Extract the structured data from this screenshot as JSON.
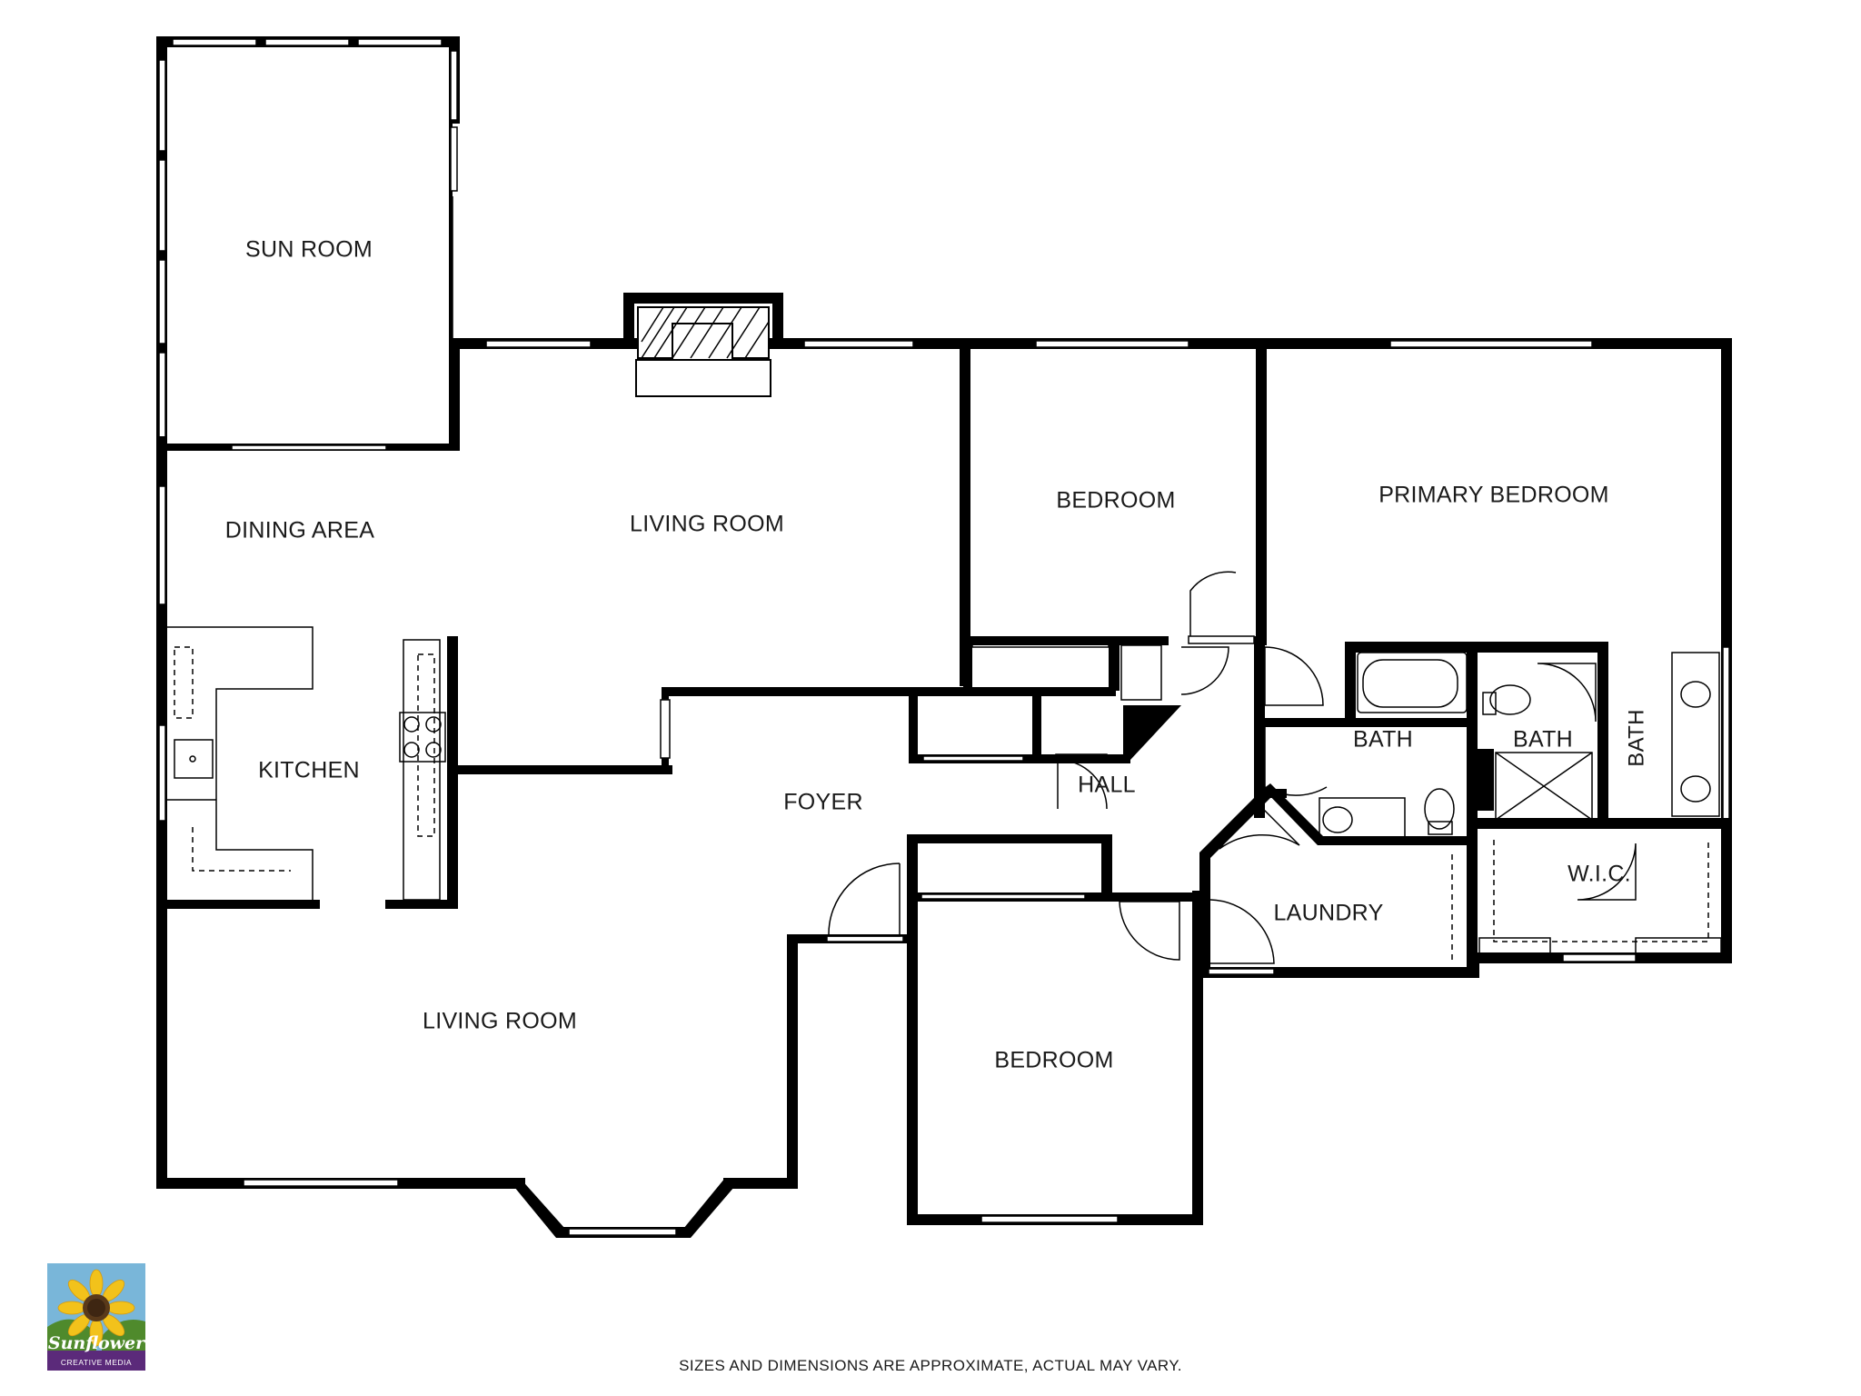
{
  "floorplan": {
    "rooms": [
      {
        "id": "sun-room",
        "label": "SUN ROOM"
      },
      {
        "id": "dining-area",
        "label": "DINING AREA"
      },
      {
        "id": "living-room-upper",
        "label": "LIVING ROOM"
      },
      {
        "id": "bedroom-upper",
        "label": "BEDROOM"
      },
      {
        "id": "primary-bedroom",
        "label": "PRIMARY BEDROOM"
      },
      {
        "id": "kitchen",
        "label": "KITCHEN"
      },
      {
        "id": "foyer",
        "label": "FOYER"
      },
      {
        "id": "hall",
        "label": "HALL"
      },
      {
        "id": "bath-hall",
        "label": "BATH"
      },
      {
        "id": "bath-primary",
        "label": "BATH"
      },
      {
        "id": "bath-vanity",
        "label": "BATH"
      },
      {
        "id": "wic",
        "label": "W.I.C."
      },
      {
        "id": "laundry",
        "label": "LAUNDRY"
      },
      {
        "id": "living-room-lower",
        "label": "LIVING ROOM"
      },
      {
        "id": "bedroom-lower",
        "label": "BEDROOM"
      }
    ],
    "disclaimer": "SIZES AND DIMENSIONS ARE APPROXIMATE, ACTUAL MAY VARY."
  },
  "logo": {
    "name": "Sunflower",
    "tagline": "CREATIVE MEDIA",
    "colors": {
      "sky": "#79b6d9",
      "petal": "#f2c21b",
      "center": "#5a3a1a",
      "leaf": "#4f8a2c",
      "band": "#5b2a7a"
    }
  }
}
